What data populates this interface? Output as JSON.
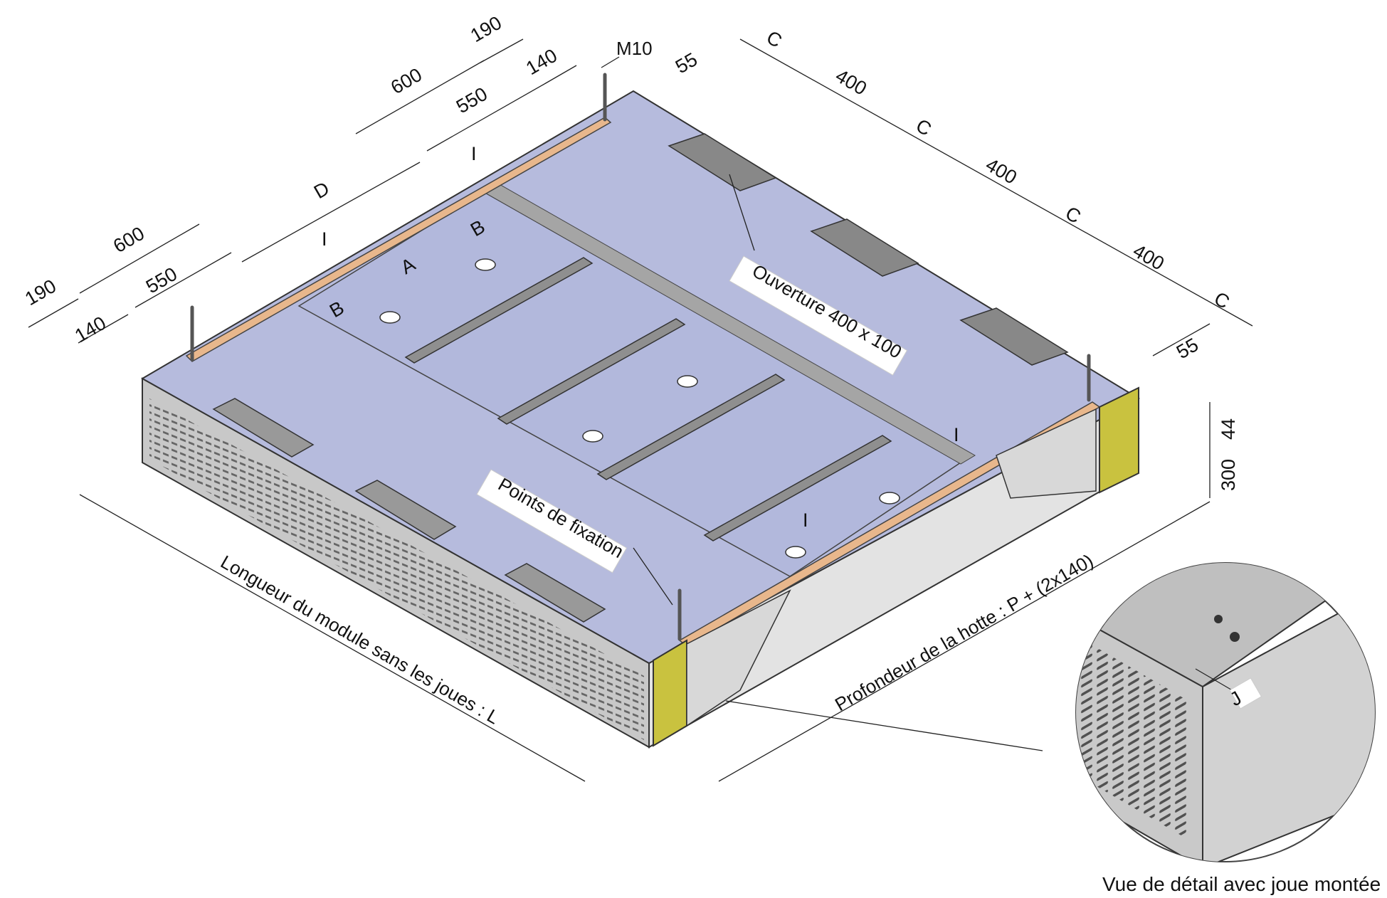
{
  "dimensions": {
    "top_190": "190",
    "top_600": "600",
    "top_140": "140",
    "top_550": "550",
    "top_55": "55",
    "top_m10": "M10",
    "left_d": "D",
    "left_600": "600",
    "left_550": "550",
    "left_190": "190",
    "left_140": "140",
    "inner_a": "A",
    "inner_b1": "B",
    "inner_b2": "B",
    "right_c1": "C",
    "right_400_1": "400",
    "right_c2": "C",
    "right_400_2": "400",
    "right_c3": "C",
    "right_400_3": "400",
    "right_c4": "C",
    "right_55": "55",
    "right_44": "44",
    "right_300": "300",
    "mark_i": "I",
    "detail_j": "J"
  },
  "labels": {
    "opening": "Ouverture 400 x 100",
    "fixing_points": "Points de fixation",
    "module_length": "Longueur du module sans les joues : L",
    "hood_depth": "Profondeur de la hotte : P + (2x140)",
    "detail_caption": "Vue de détail avec joue montée"
  },
  "colors": {
    "top_panel": "#b6bbdd",
    "side_panel": "#c9c9c9",
    "rail_wood": "#e8b78c",
    "bracket_yellow": "#c9c23f",
    "rail_grey": "#9a9a9a"
  }
}
